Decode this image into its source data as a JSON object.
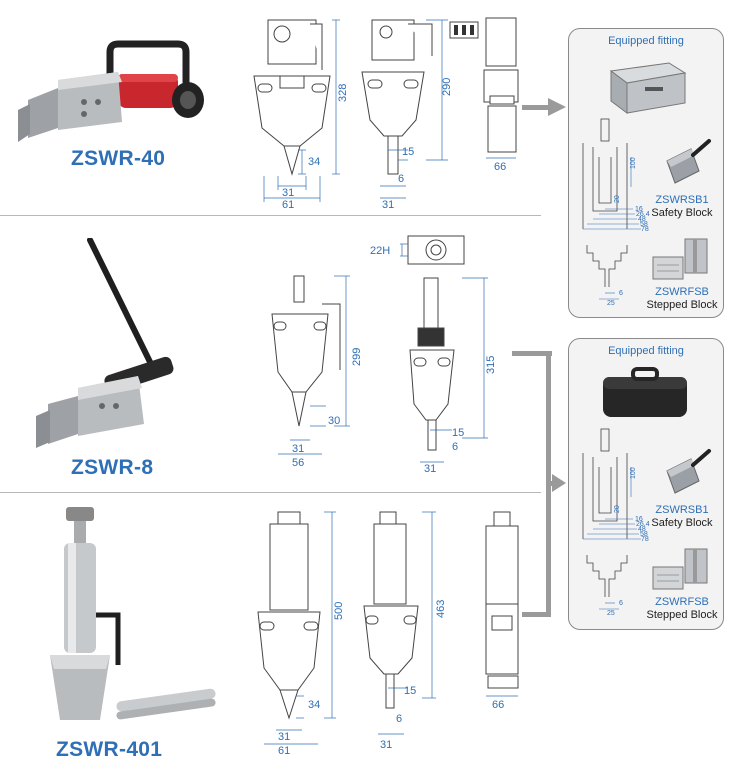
{
  "models": [
    {
      "name": "ZSWR-40"
    },
    {
      "name": "ZSWR-8"
    },
    {
      "name": "ZSWR-401"
    }
  ],
  "dimensions": {
    "zswr40": {
      "height_front": "328",
      "tip": "34",
      "tip_width": "31",
      "width": "61",
      "height_side": "290",
      "side_w1": "15",
      "side_w2": "6",
      "side_w3": "31",
      "top_width": "66"
    },
    "zswr8": {
      "hex": "22H",
      "height_front": "299",
      "tip": "30",
      "tip_width": "31",
      "width": "56",
      "height_side": "315",
      "side_w1": "15",
      "side_w2": "6",
      "side_w3": "31"
    },
    "zswr401": {
      "height_front": "500",
      "tip": "34",
      "tip_width": "31",
      "width": "61",
      "height_side": "463",
      "side_w1": "15",
      "side_w2": "6",
      "side_w3": "31",
      "top_width": "66"
    }
  },
  "fitting_panels": [
    {
      "title": "Equipped fitting",
      "safety_block": {
        "code": "ZSWRSB1",
        "name": "Safety Block"
      },
      "stepped_block": {
        "code": "ZSWRFSB",
        "name": "Stepped Block"
      },
      "block_dims": [
        "100",
        "20",
        "16",
        "26.4",
        "48",
        "58",
        "78"
      ],
      "step_dims": [
        "6",
        "25"
      ]
    },
    {
      "title": "Equipped fitting",
      "safety_block": {
        "code": "ZSWRSB1",
        "name": "Safety Block"
      },
      "stepped_block": {
        "code": "ZSWRFSB",
        "name": "Stepped Block"
      },
      "block_dims": [
        "100",
        "20",
        "16",
        "26.4",
        "48",
        "58",
        "78"
      ],
      "step_dims": [
        "6",
        "25"
      ]
    }
  ],
  "colors": {
    "accent": "#2f6fb5",
    "arrow": "#9a9a9a",
    "panel_bg": "#f3f3f3",
    "pump_red": "#c8282d"
  }
}
